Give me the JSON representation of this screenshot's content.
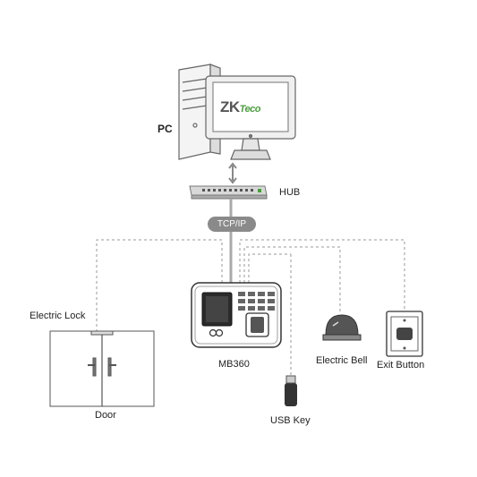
{
  "labels": {
    "pc": "PC",
    "hub": "HUB",
    "tcp_ip": "TCP/IP",
    "device": "MB360",
    "electric_lock": "Electric Lock",
    "door": "Door",
    "usb_key": "USB Key",
    "electric_bell": "Electric Bell",
    "exit_button": "Exit Button"
  },
  "logo": {
    "brand": "ZK",
    "suffix": "Teco"
  },
  "colors": {
    "line": "#999999",
    "connection": "#aaaaaa",
    "logo_green": "#4a9e3c",
    "badge": "#8a8a8a"
  }
}
